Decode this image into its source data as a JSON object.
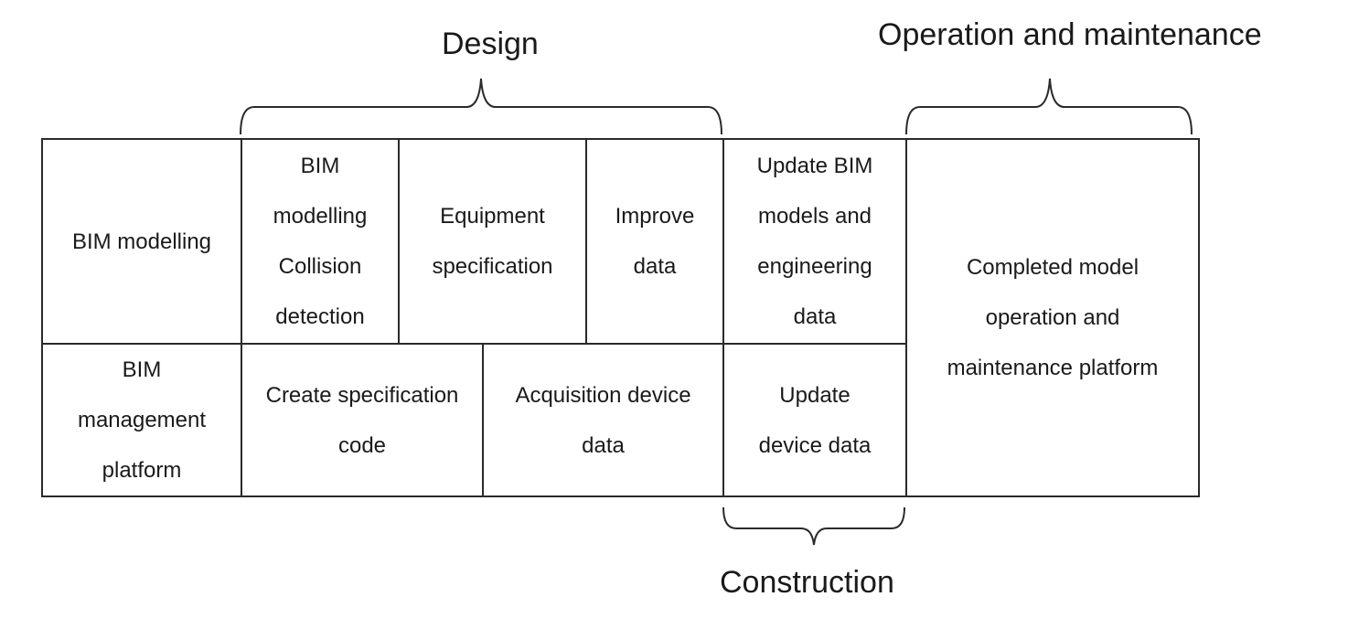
{
  "phases": {
    "design": "Design",
    "operation": "Operation and maintenance",
    "construction": "Construction"
  },
  "cells": {
    "bim_modelling": "BIM modelling",
    "bim_management": "BIM\nmanagement\nplatform",
    "bim_modelling_collision": "BIM\nmodelling\nCollision\ndetection",
    "equipment_spec": "Equipment\nspecification",
    "improve_data": "Improve\ndata",
    "update_bim": "Update BIM\nmodels and\nengineering\ndata",
    "create_spec_code": "Create specification\ncode",
    "acquisition_data": "Acquisition device\ndata",
    "update_device": "Update\ndevice data",
    "completed_platform": "Completed model\noperation and\nmaintenance platform"
  }
}
